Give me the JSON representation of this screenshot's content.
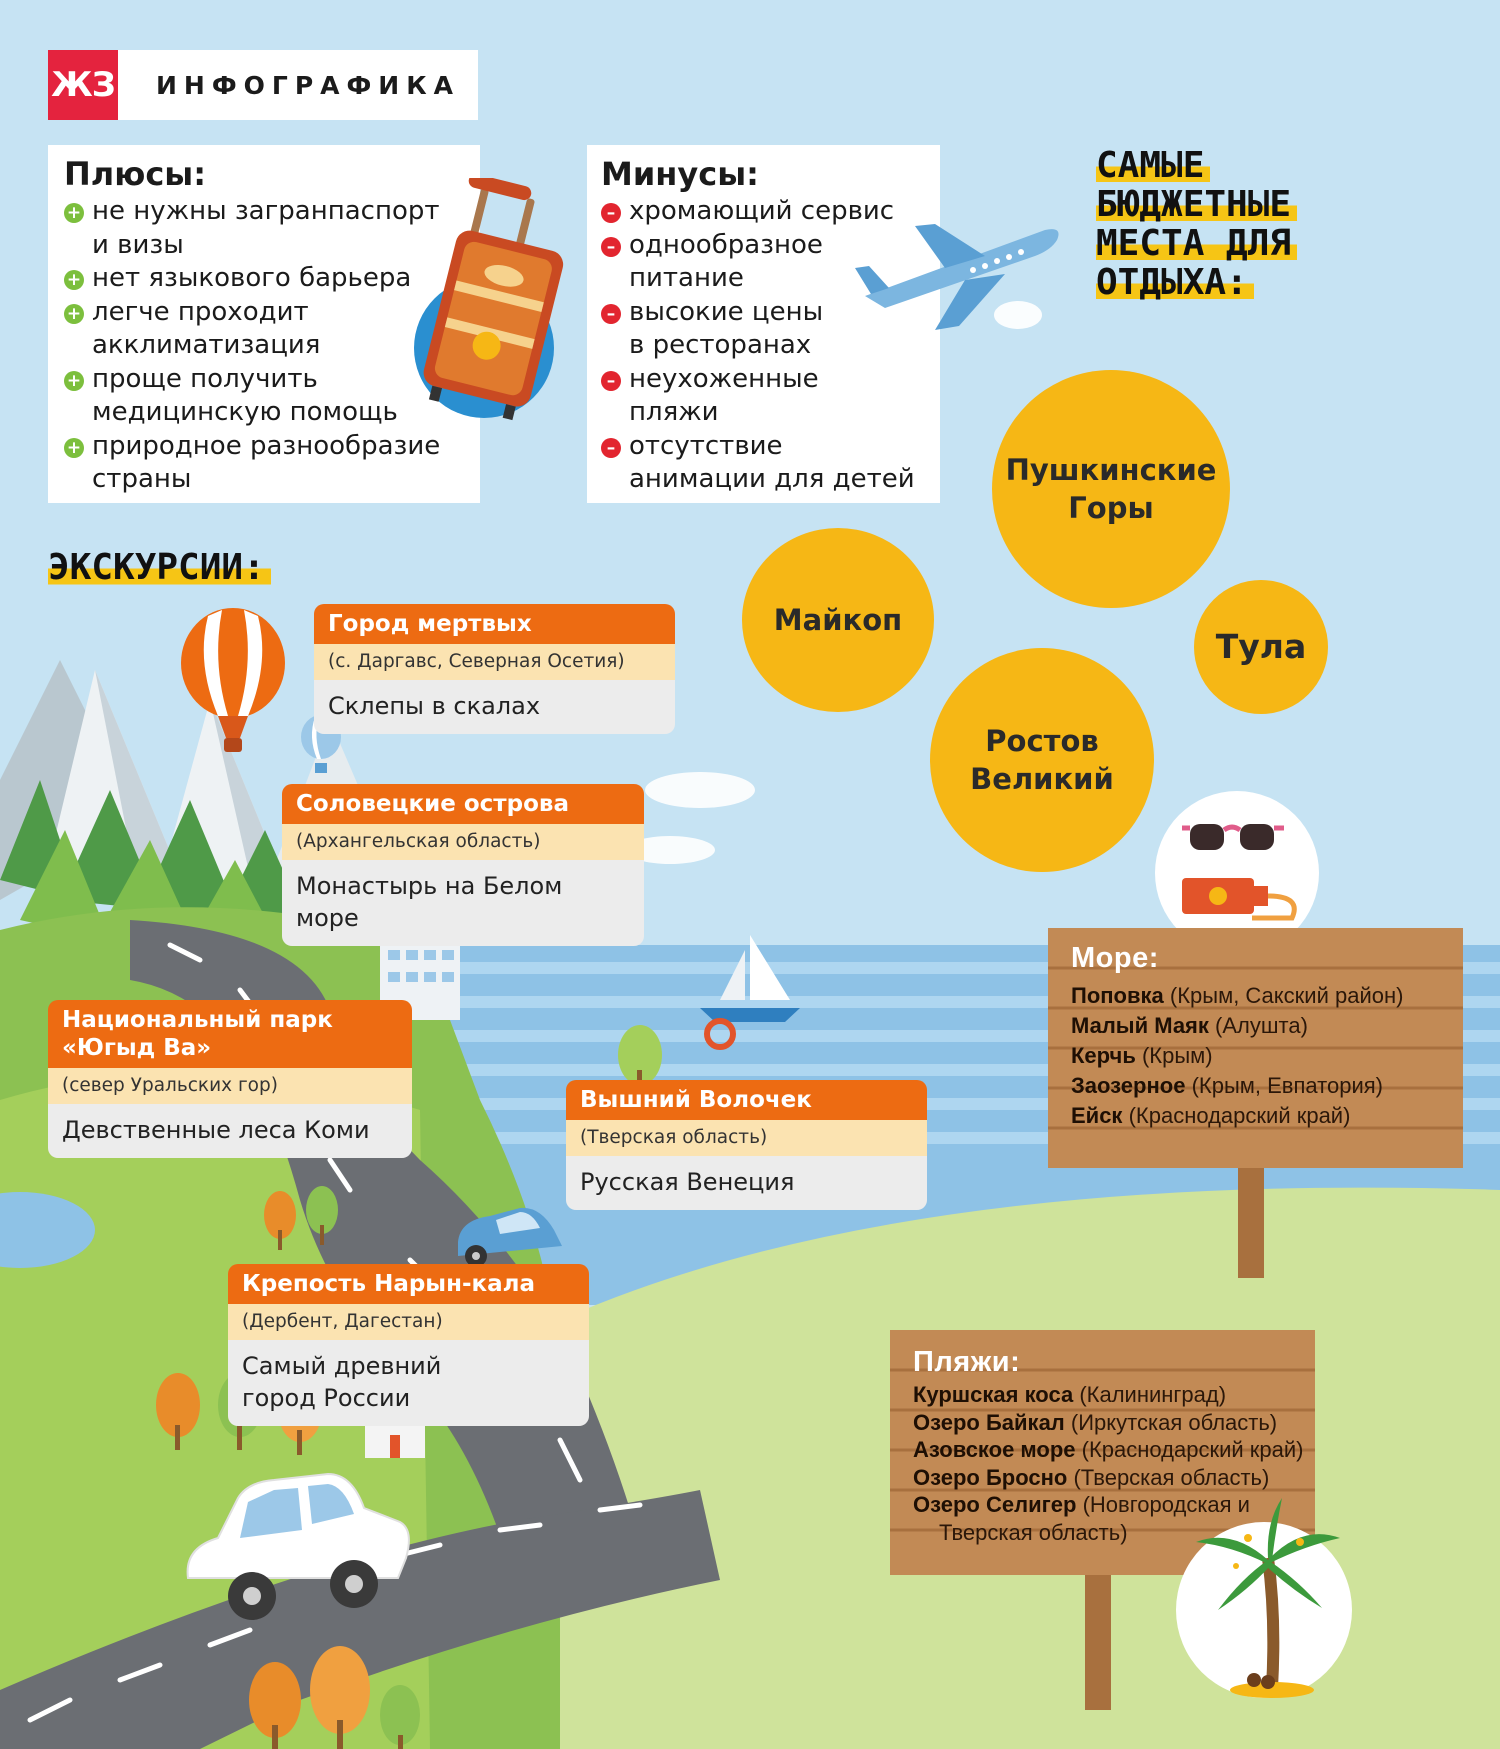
{
  "header": {
    "logo": "ЖЗ",
    "label": "ИНФОГРАФИКА"
  },
  "pluses": {
    "title": "Плюсы:",
    "items": [
      [
        "не нужны загранпаспорт",
        "и визы"
      ],
      [
        "нет языкового барьера"
      ],
      [
        "легче проходит",
        "акклиматизация"
      ],
      [
        "проще получить",
        "медицинскую помощь"
      ],
      [
        "природное разнообразие",
        "страны"
      ]
    ]
  },
  "minuses": {
    "title": "Минусы:",
    "items": [
      [
        "хромающий сервис"
      ],
      [
        "однообразное",
        "питание"
      ],
      [
        "высокие цены",
        "в ресторанах"
      ],
      [
        "неухоженные",
        "пляжи"
      ],
      [
        "отсутствие",
        "анимации для детей"
      ]
    ]
  },
  "budget": {
    "heading": [
      "САМЫЕ",
      "БЮДЖЕТНЫЕ",
      "МЕСТА ДЛЯ",
      "ОТДЫХА:"
    ],
    "places": [
      [
        "Пушкинские",
        "Горы"
      ],
      [
        "Майкоп"
      ],
      [
        "Тула"
      ],
      [
        "Ростов",
        "Великий"
      ]
    ]
  },
  "excursions": {
    "heading": "ЭКСКУРСИИ:",
    "items": [
      {
        "title": [
          "Город мертвых"
        ],
        "location": "(с. Даргавс, Северная Осетия)",
        "description": [
          "Склепы в скалах"
        ]
      },
      {
        "title": [
          "Соловецкие острова"
        ],
        "location": "(Архангельская область)",
        "description": [
          "Монастырь на Белом",
          "море"
        ]
      },
      {
        "title": [
          "Национальный парк",
          "«Югыд Ва»"
        ],
        "location": "(север Уральских гор)",
        "description": [
          "Девственные леса Коми"
        ]
      },
      {
        "title": [
          "Вышний Волочек"
        ],
        "location": "(Тверская область)",
        "description": [
          "Русская Венеция"
        ]
      },
      {
        "title": [
          "Крепость Нарын-кала"
        ],
        "location": "(Дербент, Дагестан)",
        "description": [
          "Самый древний",
          "город России"
        ]
      }
    ]
  },
  "sea": {
    "title": "Море:",
    "rows": [
      {
        "name": "Поповка",
        "region": "(Крым, Сакский район)"
      },
      {
        "name": "Малый Маяк",
        "region": "(Алушта)"
      },
      {
        "name": "Керчь",
        "region": "(Крым)"
      },
      {
        "name": "Заозерное",
        "region": "(Крым, Евпатория)"
      },
      {
        "name": "Ейск",
        "region": "(Краснодарский край)"
      }
    ]
  },
  "beaches": {
    "title": "Пляжи:",
    "rows": [
      {
        "name": "Куршская коса",
        "region": "(Калининград)"
      },
      {
        "name": "Озеро Байкал",
        "region": "(Иркутская область)"
      },
      {
        "name": "Азовское море",
        "region": "(Краснодарский край)"
      },
      {
        "name": "Озеро Бросно",
        "region": "(Тверская область)"
      },
      {
        "name": "Озеро Селигер",
        "region": "(Новгородская и"
      },
      {
        "name": "",
        "region": "Тверская область)"
      }
    ]
  },
  "colors": {
    "sky": "#c6e3f3",
    "brand_red": "#e4233e",
    "orange": "#ed6b12",
    "yellow": "#f6b715",
    "plus_green": "#7cbf3d",
    "minus_red": "#e2252f"
  },
  "icons": [
    "suitcase-icon",
    "airplane-icon",
    "hot-air-balloon-icon",
    "sailboat-icon",
    "sunglasses-icon",
    "sunscreen-icon",
    "palm-tree-icon",
    "car-icon"
  ]
}
